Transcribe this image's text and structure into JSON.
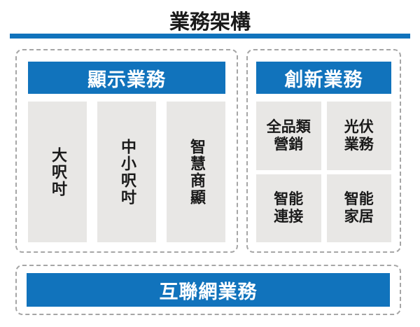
{
  "title": "業務架構",
  "colors": {
    "blue": "#1173BC",
    "box_gray": "#E8E7E5",
    "border_gray": "#A6A6A6",
    "text_dark": "#1A1A1A"
  },
  "sections": {
    "display": {
      "header": "顯示業務",
      "items": [
        "大呎吋",
        "中小呎吋",
        "智慧商顯"
      ]
    },
    "innovation": {
      "header": "創新業務",
      "items": [
        {
          "line1": "全品類",
          "line2": "營銷"
        },
        {
          "line1": "光伏",
          "line2": "業務"
        },
        {
          "line1": "智能",
          "line2": "連接"
        },
        {
          "line1": "智能",
          "line2": "家居"
        }
      ]
    },
    "internet": {
      "header": "互聯網業務"
    }
  }
}
